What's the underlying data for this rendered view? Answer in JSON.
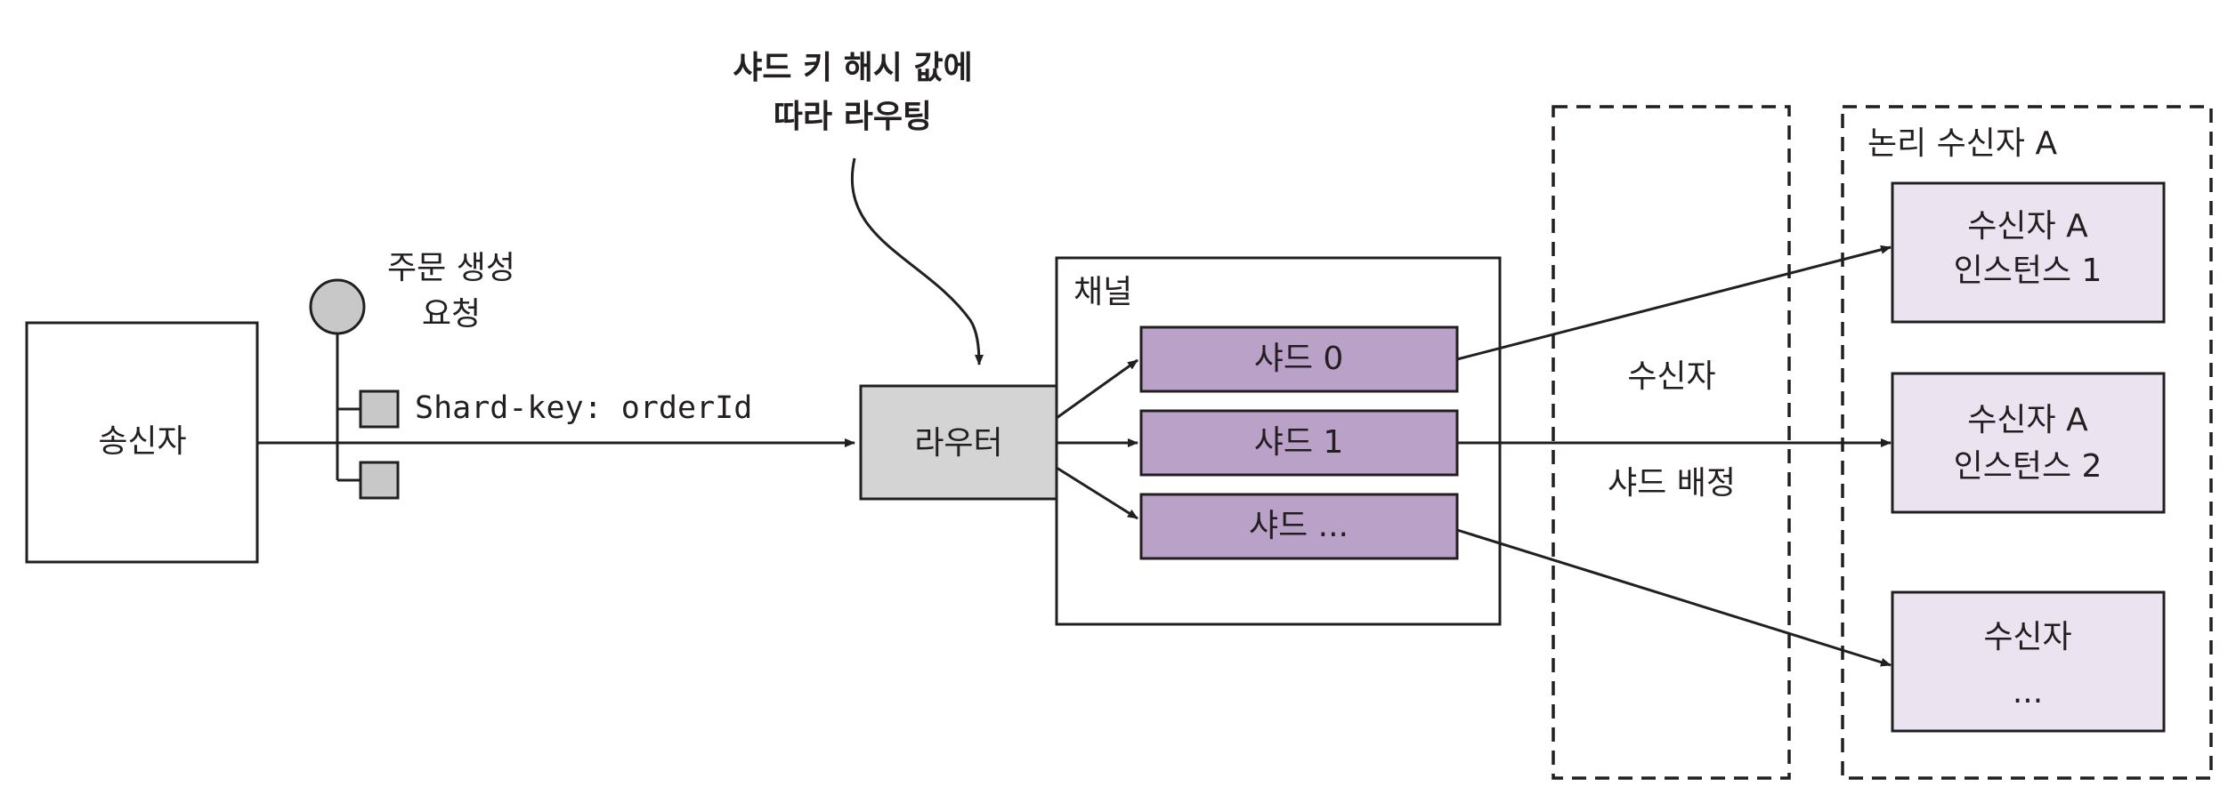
{
  "annotation": {
    "line1": "샤드 키 해시 값에",
    "line2": "따라 라우팅"
  },
  "message": {
    "line1": "주문 생성",
    "line2": "요청",
    "header_text": "Shard-key: orderId"
  },
  "sender": {
    "label": "송신자"
  },
  "router": {
    "label": "라우터"
  },
  "channel": {
    "label": "채널",
    "shards": [
      {
        "label": "샤드 0"
      },
      {
        "label": "샤드 1"
      },
      {
        "label": "샤드 ..."
      }
    ]
  },
  "assignment": {
    "line1": "수신자",
    "line2": "샤드 배정"
  },
  "logical_receiver": {
    "label": "논리 수신자 A",
    "instances": [
      {
        "line1": "수신자 A",
        "line2": "인스턴스 1"
      },
      {
        "line1": "수신자 A",
        "line2": "인스턴스 2"
      },
      {
        "line1": "수신자",
        "line2": "..."
      }
    ]
  },
  "colors": {
    "shard_fill": "#b9a1c7",
    "instance_fill": "#ece3f0",
    "router_fill": "#d4d4d4",
    "message_fill": "#c8c8c8",
    "stroke": "#231f20"
  }
}
